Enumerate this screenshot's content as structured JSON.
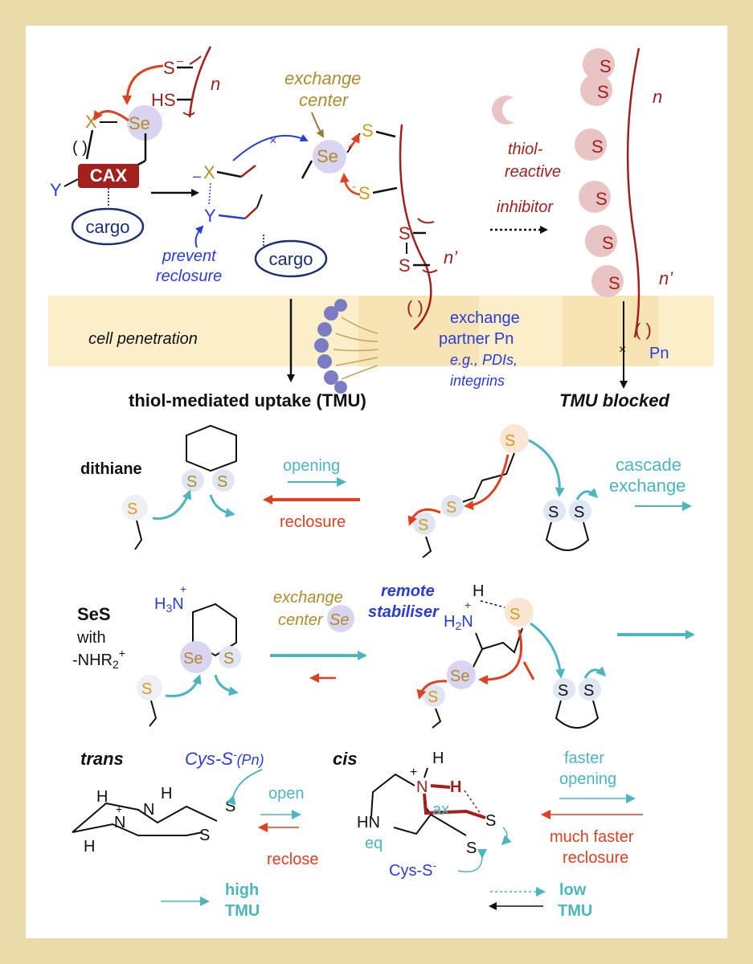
{
  "colors": {
    "frame": "#e9dcaa",
    "membrane": "#fbeec9",
    "dark_red": "#a3211c",
    "red": "#e0401f",
    "blue": "#2a3cd8",
    "teal": "#4bb5c0",
    "brown": "#b08a2c",
    "orange_s": "#d99a1c",
    "lavender": "#d9d4f2",
    "inhibitor": "#e8c4c4"
  },
  "top": {
    "s_minus": "S",
    "hs": "HS",
    "n": "n",
    "x": "X",
    "se": "Se",
    "cax": "CAX",
    "y": "Y",
    "cargo": "cargo",
    "exchange_center": [
      "exchange",
      "center"
    ],
    "x_minus": "X",
    "prevent_reclosure": [
      "prevent",
      "reclosure"
    ],
    "chain_s1": "S",
    "chain_s2": "S",
    "ss_a": "S",
    "ss_b": "S",
    "n_prime": "n’",
    "inhibitor_label": [
      "thiol-",
      "reactive",
      "inhibitor"
    ],
    "blocked_s": [
      "S",
      "S",
      "S",
      "S",
      "S",
      "S"
    ],
    "blocked_n": "n",
    "blocked_n_prime": "n’",
    "cell_penetration": "cell penetration",
    "exchange_partner": [
      "exchange",
      "partner Pn"
    ],
    "partner_examples": [
      "e.g., PDIs,",
      "integrins"
    ],
    "pn": "Pn",
    "tmu": "thiol-mediated uptake (TMU)",
    "tmu_blocked": "TMU blocked"
  },
  "dithiane": {
    "title": "dithiane",
    "s_minus": "S",
    "ring_s1": "S",
    "ring_s2": "S",
    "opening": "opening",
    "reclosure": "reclosure",
    "open_s_top": "S",
    "open_s_mid": "S",
    "open_s_low": "S",
    "ring2_s1": "S",
    "ring2_s2": "S",
    "cascade": [
      "cascade",
      "exchange"
    ]
  },
  "ses": {
    "title": "SeS",
    "with": "with",
    "nhr2": "-NHR",
    "nhr2_sub": "2",
    "nhr2_sup": "+",
    "h3n": "H",
    "h3n_sub": "3",
    "h3n_n": "N",
    "h3n_plus": "+",
    "ring_se": "Se",
    "ring_s": "S",
    "s_minus": "S",
    "exchange_center": [
      "exchange",
      "center"
    ],
    "se_circle": "Se",
    "remote_stabiliser": [
      "remote",
      "stabiliser"
    ],
    "h": "H",
    "h2n": "H",
    "h2n_sub": "2",
    "h2n_n": "N",
    "h2n_plus": "+",
    "open_s_top": "S",
    "open_se": "Se",
    "open_s_low": "S",
    "ring2_s1": "S",
    "ring2_s2": "S"
  },
  "bottom": {
    "trans": "trans",
    "cys_label": "Cys-S",
    "cys_pn": "(Pn)",
    "trans_h1": "H",
    "trans_n1": "N",
    "trans_h2": "H",
    "trans_n2": "N",
    "trans_h3": "H",
    "trans_s1": "S",
    "trans_s2": "S",
    "open": "open",
    "reclose": "reclose",
    "high_tmu": [
      "high",
      "TMU"
    ],
    "cis": "cis",
    "cis_h": "H",
    "cis_n": "N",
    "cis_h2": "H",
    "cis_hn": "HN",
    "ax": "ax",
    "eq": "eq",
    "cis_s1": "S",
    "cis_s2": "S",
    "cis_cys": "Cys-S",
    "faster_opening": [
      "faster",
      "opening"
    ],
    "much_faster": [
      "much faster",
      "reclosure"
    ],
    "low_tmu": [
      "low",
      "TMU"
    ]
  }
}
